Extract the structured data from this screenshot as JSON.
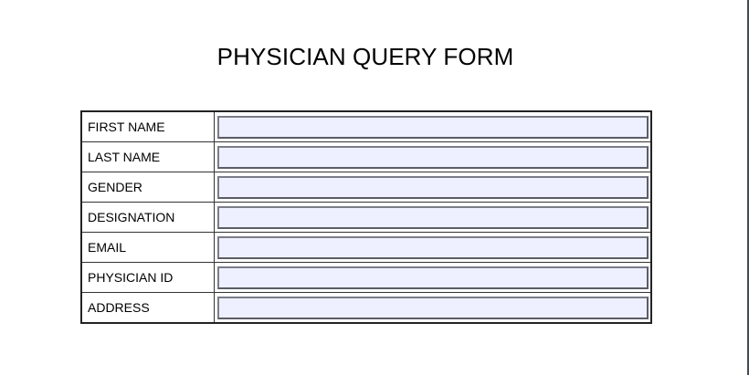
{
  "form": {
    "title": "PHYSICIAN QUERY FORM",
    "fields": [
      {
        "label": "FIRST NAME",
        "value": "",
        "placeholder": ""
      },
      {
        "label": "LAST NAME",
        "value": "",
        "placeholder": ""
      },
      {
        "label": "GENDER",
        "value": "",
        "placeholder": ""
      },
      {
        "label": "DESIGNATION",
        "value": "",
        "placeholder": ""
      },
      {
        "label": "EMAIL",
        "value": "",
        "placeholder": ""
      },
      {
        "label": "PHYSICIAN ID",
        "value": "",
        "placeholder": ""
      },
      {
        "label": "ADDRESS",
        "value": "",
        "placeholder": ""
      }
    ]
  },
  "colors": {
    "field_background": "#eef0ff",
    "field_border": "#7a7c88",
    "table_border": "#222222"
  }
}
